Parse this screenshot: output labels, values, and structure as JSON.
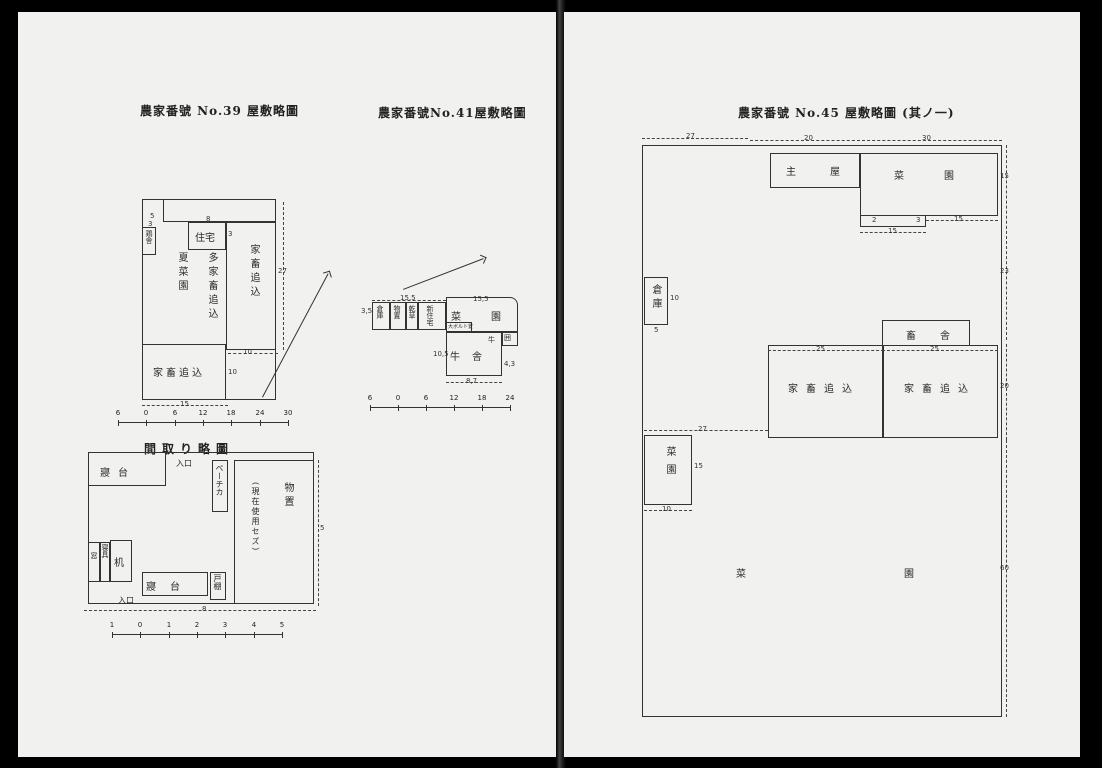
{
  "left_page": {
    "plan39": {
      "title": "農家番號 No.39 屋敷略圖",
      "dwelling": "住宅",
      "vegetable_garden": "夏菜園",
      "mixed_pens": "多家畜追込",
      "livestock_pen_right": "家畜追込",
      "livestock_pen_bottom": "家畜追込",
      "small_building": "鶏舎",
      "dims": {
        "d_27": "27",
        "d_10a": "10",
        "d_10b": "10",
        "d_15": "15",
        "d_8": "8",
        "d_5": "5",
        "d_3a": "3",
        "d_3b": "3"
      },
      "scale": [
        "6",
        "0",
        "6",
        "12",
        "18",
        "24",
        "30"
      ]
    },
    "plan41": {
      "title": "農家番號No.41屋敷略圖",
      "warehouse": "倉庫",
      "storehouse": "物置",
      "hay": "乾草",
      "new_house": "新住宅",
      "vegetable_garden": "菜園",
      "cattle_shed": "牛舎",
      "cow": "牛",
      "pen": "囲",
      "small_label": "大ボルト置",
      "dims": {
        "d_15_5a": "15,5",
        "d_15_5b": "15,5",
        "d_3_5": "3,5",
        "d_10_5": "10,5",
        "d_4_3": "4,3",
        "d_8_7": "8,7"
      },
      "scale": [
        "6",
        "0",
        "6",
        "12",
        "18",
        "24"
      ]
    },
    "room_plan": {
      "title": "間取り略圖",
      "sleeping_platform_top": "寢台",
      "entrance_top": "入口",
      "pechka": "ペーチカ",
      "storage": "物置",
      "storage_note": "(現在使用セズ)",
      "desk": "机",
      "small_a": "窓",
      "small_b": "寝具",
      "sleeping_platform_bottom": "寢台",
      "cupboard": "戸棚",
      "entrance_bottom": "入口",
      "dims": {
        "d_8": "8",
        "d_5": "5"
      },
      "scale": [
        "1",
        "0",
        "1",
        "2",
        "3",
        "4",
        "5"
      ]
    }
  },
  "right_page": {
    "plan45": {
      "title": "農家番號 No.45 屋敷略圖 (其ノ一)",
      "main_house": "主屋",
      "vegetable_garden_top": "菜園",
      "warehouse": "倉庫",
      "livestock_shed": "畜舎",
      "livestock_pen_left": "家畜追込",
      "livestock_pen_right": "家畜追込",
      "small_veg_garden": "菜園",
      "large_veg_garden_left": "菜",
      "large_veg_garden_right": "園",
      "dims": {
        "d_27_top": "27",
        "d_20": "20",
        "d_30": "30",
        "d_15_right": "15",
        "d_15_mid": "15",
        "d_15_b": "15",
        "d_23": "23",
        "d_10_wh": "10",
        "d_5": "5",
        "d_25_a": "25",
        "d_25_b": "25",
        "d_20_right": "20",
        "d_27_mid": "27",
        "d_15_small": "15",
        "d_10_small": "10",
        "d_60": "60",
        "d_2": "2",
        "d_3": "3"
      }
    }
  }
}
